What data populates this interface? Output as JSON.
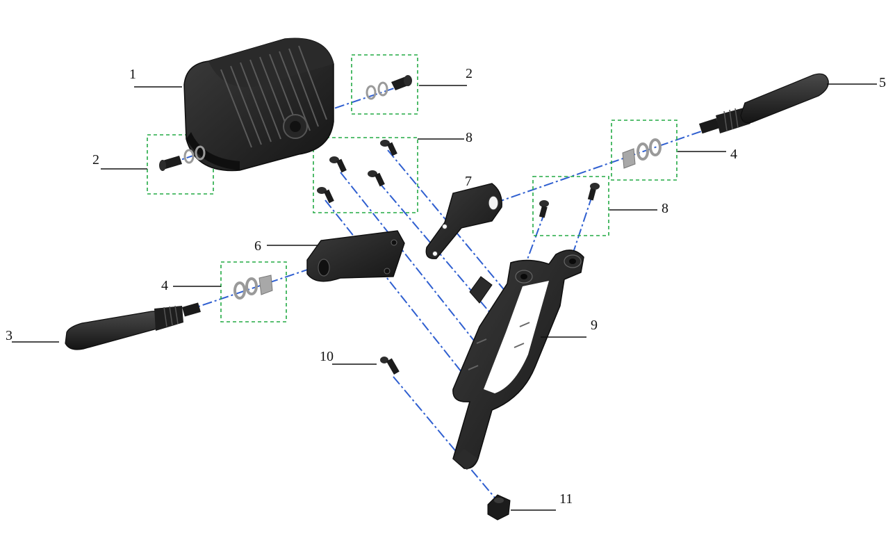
{
  "diagram": {
    "callouts": [
      {
        "id": "c1",
        "text": "1"
      },
      {
        "id": "c2a",
        "text": "2"
      },
      {
        "id": "c2b",
        "text": "2"
      },
      {
        "id": "c3",
        "text": "3"
      },
      {
        "id": "c4a",
        "text": "4"
      },
      {
        "id": "c4b",
        "text": "4"
      },
      {
        "id": "c5",
        "text": "5"
      },
      {
        "id": "c6",
        "text": "6"
      },
      {
        "id": "c7",
        "text": "7"
      },
      {
        "id": "c8a",
        "text": "8"
      },
      {
        "id": "c8b",
        "text": "8"
      },
      {
        "id": "c9",
        "text": "9"
      },
      {
        "id": "c10",
        "text": "10"
      },
      {
        "id": "c11",
        "text": "11"
      }
    ],
    "colors": {
      "part": "#1c1c1c",
      "part_highlight": "#3a3a3a",
      "washer": "#9a9a9a",
      "assembly_line": "#2f5fd0",
      "group_box": "#22aa44",
      "leader": "#111111"
    }
  }
}
